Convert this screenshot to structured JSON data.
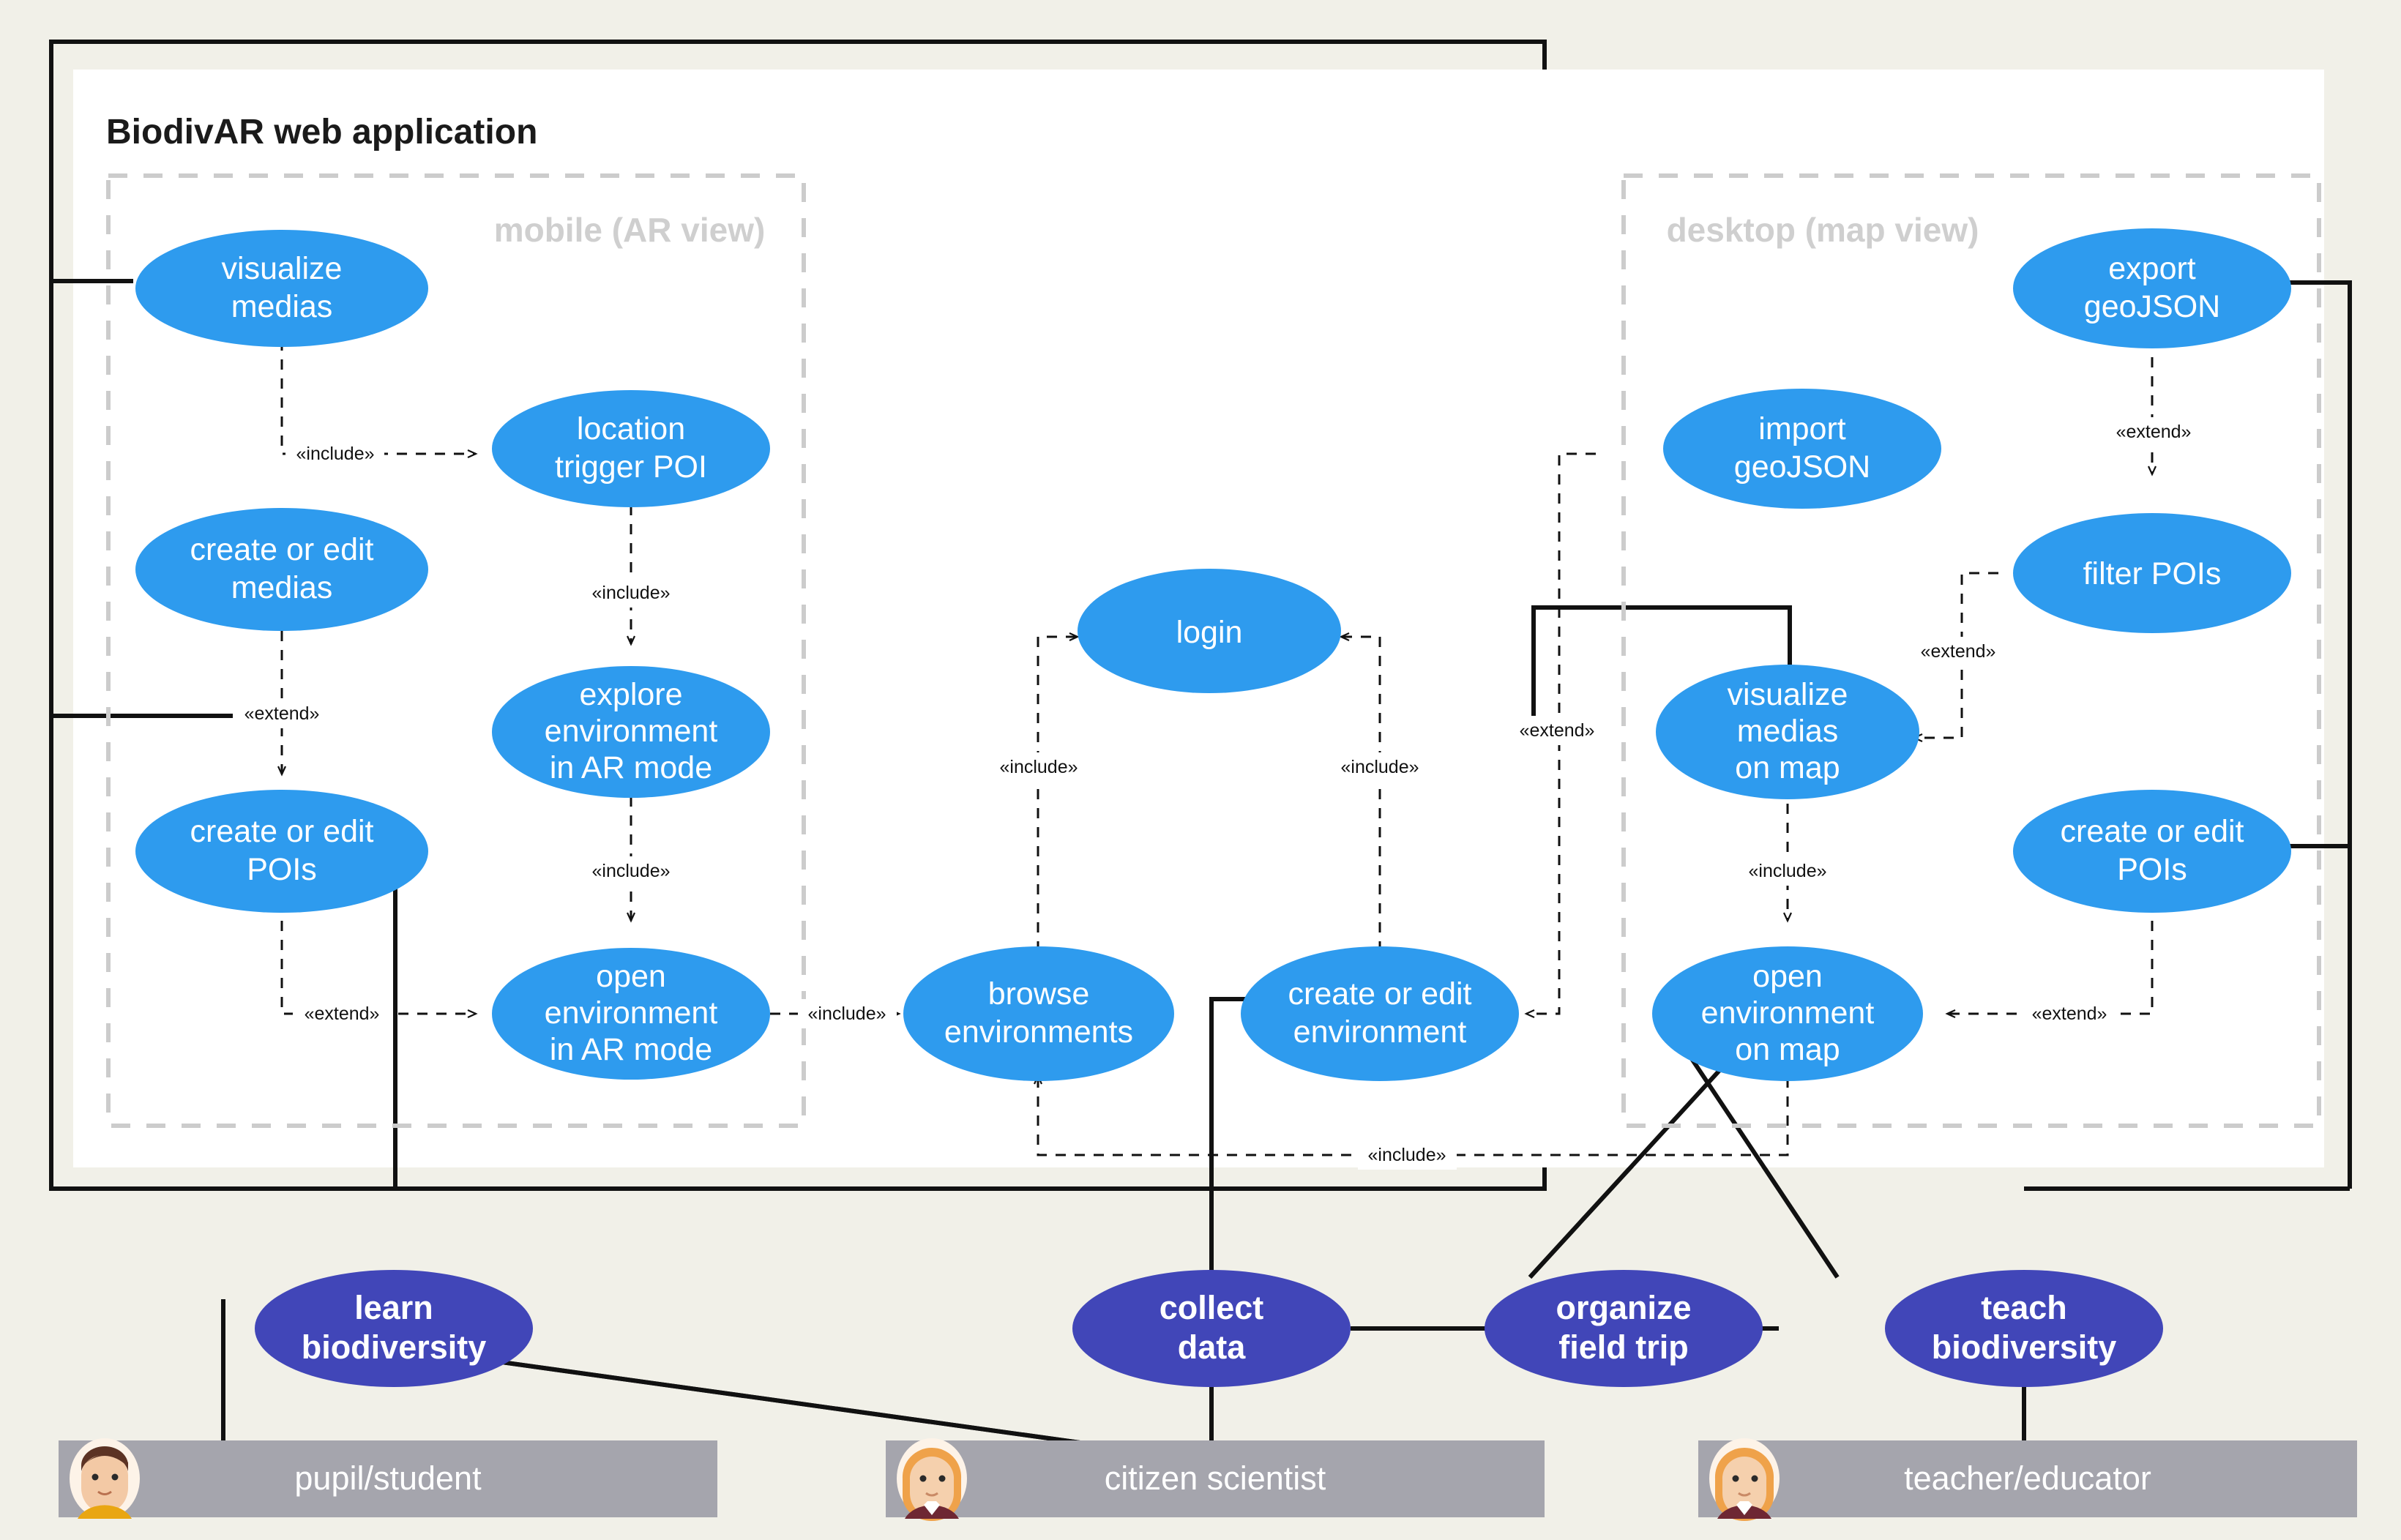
{
  "diagram": {
    "kind": "uml-use-case-diagram",
    "system_title": "BiodivAR web application",
    "background_color": "#f1f0e8",
    "system_fill": "#ffffff",
    "usecase_color": "#2e9bee",
    "goal_color": "#4146b8",
    "actor_bar_color": "#a5a5ad",
    "package_label_color": "#cfcfcf"
  },
  "packages": [
    {
      "id": "mobile",
      "label": "mobile (AR view)"
    },
    {
      "id": "desktop",
      "label": "desktop (map view)"
    }
  ],
  "use_cases": [
    {
      "id": "uc_visualize_medias",
      "package": "mobile",
      "lines": [
        "visualize",
        "medias"
      ]
    },
    {
      "id": "uc_location_trigger_poi",
      "package": "mobile",
      "lines": [
        "location",
        "trigger POI"
      ]
    },
    {
      "id": "uc_create_edit_medias",
      "package": "mobile",
      "lines": [
        "create or edit",
        "medias"
      ]
    },
    {
      "id": "uc_explore_env_ar",
      "package": "mobile",
      "lines": [
        "explore",
        "environment",
        "in AR mode"
      ]
    },
    {
      "id": "uc_create_edit_pois_ar",
      "package": "mobile",
      "lines": [
        "create or edit",
        "POIs"
      ]
    },
    {
      "id": "uc_open_env_ar",
      "package": "mobile",
      "lines": [
        "open",
        "environment",
        "in AR mode"
      ]
    },
    {
      "id": "uc_login",
      "package": "core",
      "lines": [
        "login"
      ]
    },
    {
      "id": "uc_browse_environments",
      "package": "core",
      "lines": [
        "browse",
        "environments"
      ]
    },
    {
      "id": "uc_create_edit_env",
      "package": "core",
      "lines": [
        "create or edit",
        "environment"
      ]
    },
    {
      "id": "uc_export_geojson",
      "package": "desktop",
      "lines": [
        "export",
        "geoJSON"
      ]
    },
    {
      "id": "uc_import_geojson",
      "package": "desktop",
      "lines": [
        "import",
        "geoJSON"
      ]
    },
    {
      "id": "uc_filter_pois",
      "package": "desktop",
      "lines": [
        "filter POIs"
      ]
    },
    {
      "id": "uc_visualize_medias_map",
      "package": "desktop",
      "lines": [
        "visualize",
        "medias",
        "on map"
      ]
    },
    {
      "id": "uc_create_edit_pois_map",
      "package": "desktop",
      "lines": [
        "create or edit",
        "POIs"
      ]
    },
    {
      "id": "uc_open_env_map",
      "package": "desktop",
      "lines": [
        "open",
        "environment",
        "on map"
      ]
    }
  ],
  "goals": [
    {
      "id": "goal_learn",
      "lines": [
        "learn",
        "biodiversity"
      ]
    },
    {
      "id": "goal_collect",
      "lines": [
        "collect",
        "data"
      ]
    },
    {
      "id": "goal_organize",
      "lines": [
        "organize",
        "field trip"
      ]
    },
    {
      "id": "goal_teach",
      "lines": [
        "teach",
        "biodiversity"
      ]
    }
  ],
  "actors": [
    {
      "id": "actor_pupil",
      "label": "pupil/student",
      "avatar": "avatar-male-icon"
    },
    {
      "id": "actor_citizen",
      "label": "citizen scientist",
      "avatar": "avatar-female-icon"
    },
    {
      "id": "actor_teacher",
      "label": "teacher/educator",
      "avatar": "avatar-female-icon"
    }
  ],
  "relationship_labels": {
    "include": "«include»",
    "extend": "«extend»"
  },
  "relationships": [
    {
      "from": "uc_visualize_medias",
      "to": "uc_location_trigger_poi",
      "type": "include"
    },
    {
      "from": "uc_location_trigger_poi",
      "to": "uc_explore_env_ar",
      "type": "include"
    },
    {
      "from": "uc_create_edit_medias",
      "to": "uc_create_edit_pois_ar",
      "type": "extend"
    },
    {
      "from": "uc_explore_env_ar",
      "to": "uc_open_env_ar",
      "type": "include"
    },
    {
      "from": "uc_create_edit_pois_ar",
      "to": "uc_open_env_ar",
      "type": "extend"
    },
    {
      "from": "uc_open_env_ar",
      "to": "uc_browse_environments",
      "type": "include"
    },
    {
      "from": "uc_browse_environments",
      "to": "uc_login",
      "type": "include"
    },
    {
      "from": "uc_create_edit_env",
      "to": "uc_login",
      "type": "include"
    },
    {
      "from": "uc_export_geojson",
      "to": "uc_filter_pois",
      "type": "extend"
    },
    {
      "from": "uc_filter_pois",
      "to": "uc_visualize_medias_map",
      "type": "extend"
    },
    {
      "from": "uc_import_geojson",
      "to": "uc_create_edit_env",
      "type": "extend"
    },
    {
      "from": "uc_visualize_medias_map",
      "to": "uc_open_env_map",
      "type": "include"
    },
    {
      "from": "uc_create_edit_pois_map",
      "to": "uc_open_env_map",
      "type": "extend"
    },
    {
      "from": "uc_open_env_map",
      "to": "uc_browse_environments",
      "type": "include"
    }
  ],
  "associations": [
    {
      "from": "goal_learn",
      "to": "uc_visualize_medias"
    },
    {
      "from": "goal_learn",
      "to": "uc_explore_env_ar"
    },
    {
      "from": "goal_learn",
      "to": "uc_create_edit_pois_ar"
    },
    {
      "from": "goal_learn",
      "to": "actor_pupil"
    },
    {
      "from": "goal_learn",
      "to": "actor_citizen"
    },
    {
      "from": "goal_collect",
      "to": "uc_create_edit_env"
    },
    {
      "from": "goal_collect",
      "to": "actor_citizen"
    },
    {
      "from": "goal_collect",
      "to": "goal_organize"
    },
    {
      "from": "goal_organize",
      "to": "uc_open_env_map"
    },
    {
      "from": "goal_organize",
      "to": "goal_teach"
    },
    {
      "from": "goal_teach",
      "to": "uc_export_geojson"
    },
    {
      "from": "goal_teach",
      "to": "uc_create_edit_pois_map"
    },
    {
      "from": "goal_teach",
      "to": "actor_teacher"
    }
  ]
}
